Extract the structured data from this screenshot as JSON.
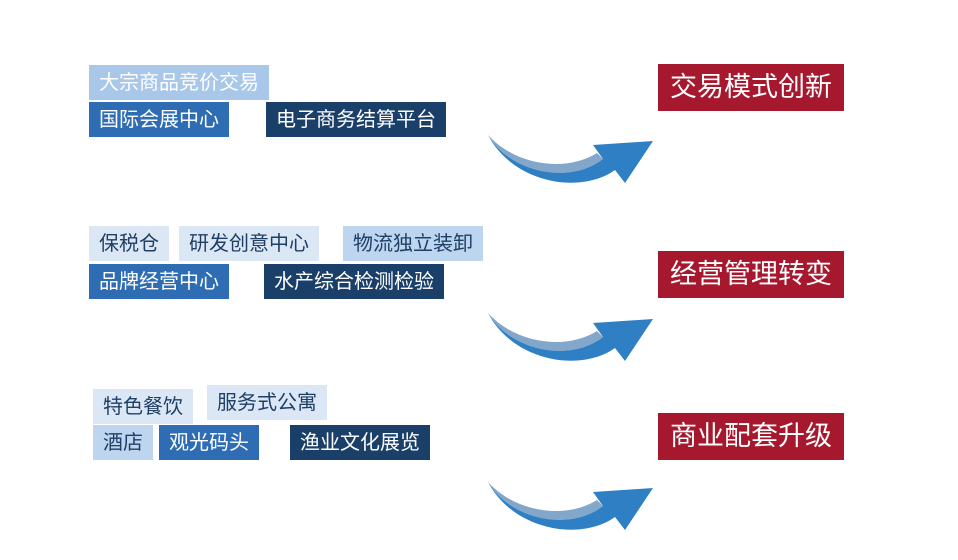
{
  "colors": {
    "light_blue": "#a9c7e8",
    "pale_blue": "#dbe7f4",
    "sky_blue": "#bdd5ee",
    "mid_blue": "#2e6db3",
    "dark_blue": "#1f4e7a",
    "navy_blue": "#1a3f68",
    "arrow_blue": "#2f7fc4",
    "outcome_red": "#a6182d"
  },
  "rows": [
    {
      "tags": [
        "大宗商品竞价交易",
        "国际会展中心",
        "电子商务结算平台"
      ],
      "outcome": "交易模式创新"
    },
    {
      "tags": [
        "保税仓",
        "研发创意中心",
        "物流独立装卸",
        "品牌经营中心",
        "水产综合检测检验"
      ],
      "outcome": "经营管理转变"
    },
    {
      "tags": [
        "特色餐饮",
        "服务式公寓",
        "酒店",
        "观光码头",
        "渔业文化展览"
      ],
      "outcome": "商业配套升级"
    }
  ],
  "arrow_icon": "curved-up-arrow-icon"
}
